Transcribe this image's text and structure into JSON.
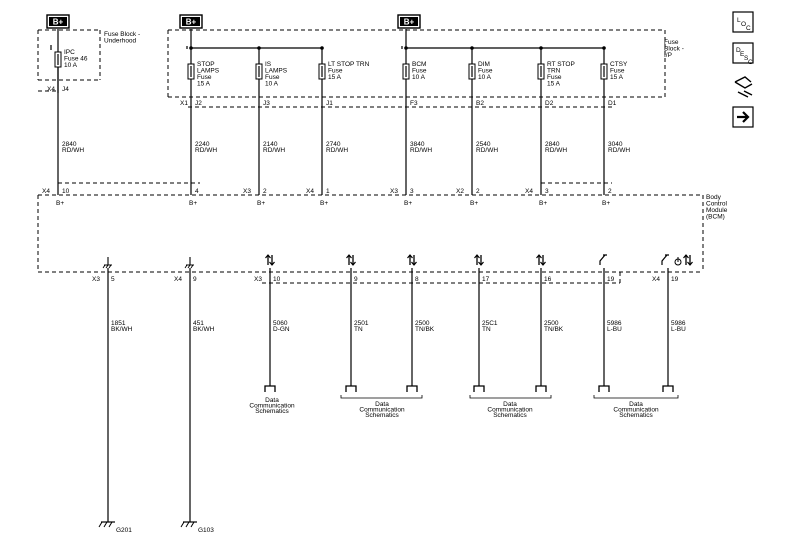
{
  "supply": {
    "b_plus_label": "B+",
    "underhood_block": "Fuse Block - Underhood",
    "ip_block": "Fuse Block - I/P",
    "bcm_name": "Body Control Module (BCM)"
  },
  "fuses": [
    {
      "name": "IPC",
      "lines": [
        "IPC",
        "Fuse 46",
        "10 A"
      ],
      "conn": "X4",
      "pin": "J4",
      "wire_num": "2840",
      "wire_color": "RD/WH",
      "bcm_conn": "X4",
      "bcm_pin": "10"
    },
    {
      "name": "STOP LAMPS",
      "lines": [
        "STOP",
        "LAMPS",
        "Fuse",
        "15 A"
      ],
      "conn": "X1",
      "pin": "J2",
      "wire_num": "2240",
      "wire_color": "RD/WH",
      "bcm_conn": "",
      "bcm_pin": "4"
    },
    {
      "name": "IS LAMPS",
      "lines": [
        "IS",
        "LAMPS",
        "Fuse",
        "10 A"
      ],
      "conn": "",
      "pin": "J3",
      "wire_num": "2140",
      "wire_color": "RD/WH",
      "bcm_conn": "X3",
      "bcm_pin": "2"
    },
    {
      "name": "LT STOP TRN",
      "lines": [
        "LT STOP TRN",
        "Fuse",
        "15 A"
      ],
      "conn": "",
      "pin": "J1",
      "wire_num": "2740",
      "wire_color": "RD/WH",
      "bcm_conn": "X4",
      "bcm_pin": "1"
    },
    {
      "name": "BCM",
      "lines": [
        "BCM",
        "Fuse",
        "10 A"
      ],
      "conn": "",
      "pin": "F3",
      "wire_num": "3840",
      "wire_color": "RD/WH",
      "bcm_conn": "X3",
      "bcm_pin": "3"
    },
    {
      "name": "DIM",
      "lines": [
        "DIM",
        "Fuse",
        "10 A"
      ],
      "conn": "",
      "pin": "B2",
      "wire_num": "2540",
      "wire_color": "RD/WH",
      "bcm_conn": "X2",
      "bcm_pin": "2"
    },
    {
      "name": "RT STOP TRN",
      "lines": [
        "RT STOP",
        "TRN",
        "Fuse",
        "15 A"
      ],
      "conn": "",
      "pin": "D2",
      "wire_num": "2840",
      "wire_color": "RD/WH",
      "bcm_conn": "X4",
      "bcm_pin": "3"
    },
    {
      "name": "CTSY",
      "lines": [
        "CTSY",
        "Fuse",
        "15 A"
      ],
      "conn": "",
      "pin": "D1",
      "wire_num": "3040",
      "wire_color": "RD/WH",
      "bcm_conn": "",
      "bcm_pin": "2"
    }
  ],
  "bcm_pin_label": "B+",
  "lower_circuits": [
    {
      "conn": "X3",
      "pin": "5",
      "wire_num": "1851",
      "wire_color": "BK/WH",
      "end": "ground",
      "ground": "G201"
    },
    {
      "conn": "X4",
      "pin": "9",
      "wire_num": "451",
      "wire_color": "BK/WH",
      "end": "ground",
      "ground": "G103"
    },
    {
      "conn": "X3",
      "pin": "10",
      "wire_num": "5060",
      "wire_color": "D-GN",
      "end": "data"
    },
    {
      "conn": "",
      "pin": "9",
      "wire_num": "2501",
      "wire_color": "TN",
      "end": "data"
    },
    {
      "conn": "",
      "pin": "8",
      "wire_num": "2500",
      "wire_color": "TN/BK",
      "end": "data"
    },
    {
      "conn": "",
      "pin": "17",
      "wire_num": "25C1",
      "wire_color": "TN",
      "end": "data"
    },
    {
      "conn": "",
      "pin": "16",
      "wire_num": "2500",
      "wire_color": "TN/BK",
      "end": "data"
    },
    {
      "conn": "",
      "pin": "19",
      "wire_num": "5986",
      "wire_color": "L-BU",
      "end": "data"
    },
    {
      "conn": "X4",
      "pin": "19",
      "wire_num": "5986",
      "wire_color": "L-BU",
      "end": "data"
    }
  ],
  "data_labels": [
    [
      "Data",
      "Communication",
      "Schematics"
    ],
    [
      "Data",
      "Communication",
      "Schematics"
    ],
    [
      "Data",
      "Communication",
      "Schematics"
    ],
    [
      "Data",
      "Communication",
      "Schematics"
    ]
  ],
  "side_icons": [
    {
      "name": "location-of-components-icon",
      "label": "LOC"
    },
    {
      "name": "description-and-operation-icon",
      "label": "DESC"
    },
    {
      "name": "connector-end-view-icon",
      "label": ""
    },
    {
      "name": "next-page-arrow-icon",
      "label": ""
    }
  ]
}
